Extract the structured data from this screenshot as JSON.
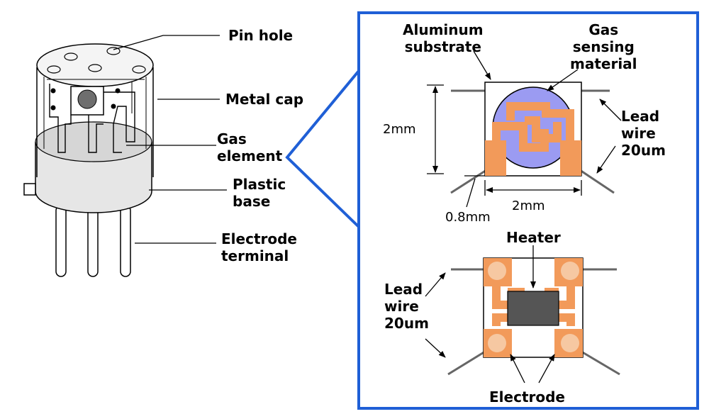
{
  "sensor_labels": {
    "pin_hole": "Pin hole",
    "metal_cap": "Metal cap",
    "gas_element": "Gas\nelement",
    "plastic_base": "Plastic\nbase",
    "electrode_terminal": "Electrode\nterminal"
  },
  "element_top": {
    "aluminum_substrate": "Aluminum\nsubstrate",
    "gas_sensing_material": "Gas\nsensing\nmaterial",
    "lead_wire": "Lead\nwire\n20um",
    "height_dim": "2mm",
    "width_dim": "2mm",
    "thickness_dim": "0.8mm"
  },
  "element_bottom": {
    "heater": "Heater",
    "lead_wire": "Lead\nwire\n20um",
    "electrode": "Electrode"
  },
  "colors": {
    "frame": "#1f5fd6",
    "orange": "#f29a5a",
    "sensing_blue": "#9b9bf2",
    "heater_gray": "#555555",
    "pad_light": "#f6c8a2"
  }
}
